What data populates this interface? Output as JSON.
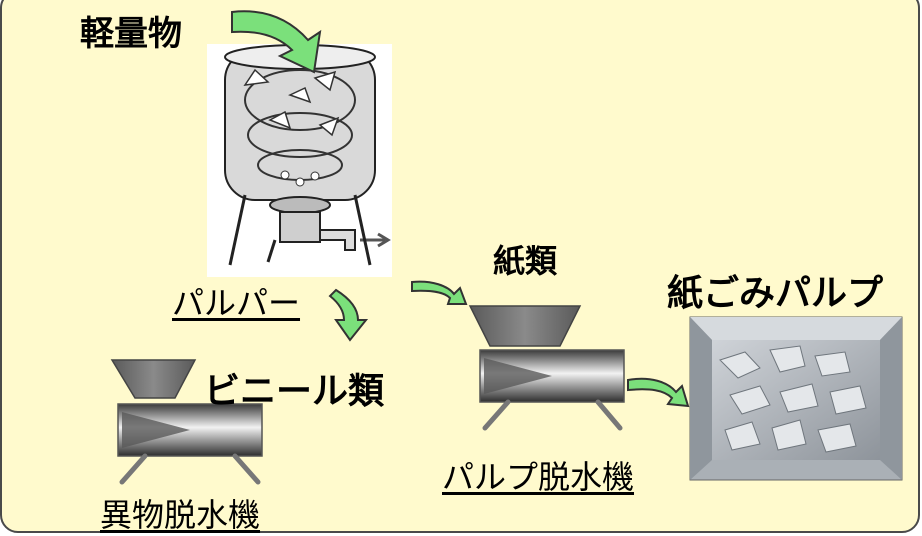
{
  "labels": {
    "light_material": "軽量物",
    "pulper": "パルパー",
    "paper_type": "紙類",
    "paper_pulp": "紙ごみパルプ",
    "vinyl_type": "ビニール類",
    "foreign_dehydrator": "異物脱水機",
    "pulp_dehydrator": "パルプ脱水機"
  },
  "colors": {
    "background": "#fffacd",
    "arrow_fill": "#7be07b",
    "arrow_stroke": "#333333",
    "hopper": "#6e6e6e",
    "border": "#4a4a4a"
  },
  "icons": [
    "down-arrow-icon",
    "pulper-tank-illustration",
    "dehydrator-machine-icon",
    "pulp-photo"
  ]
}
